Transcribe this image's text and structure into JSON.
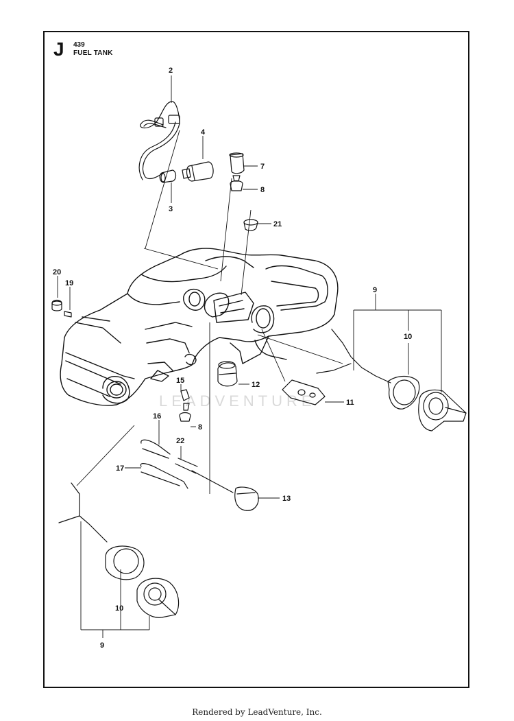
{
  "header": {
    "section_letter": "J",
    "model": "439",
    "title": "FUEL TANK"
  },
  "watermark": "LEADVENTURE",
  "footer": "Rendered by LeadVenture, Inc.",
  "callouts": {
    "c2": "2",
    "c4": "4",
    "c7": "7",
    "c8a": "8",
    "c3": "3",
    "c21": "21",
    "c20": "20",
    "c19": "19",
    "c9a": "9",
    "c10a": "10",
    "c12": "12",
    "c15": "15",
    "c11": "11",
    "c16": "16",
    "c8b": "8",
    "c22": "22",
    "c17": "17",
    "c13": "13",
    "c10b": "10",
    "c9b": "9"
  }
}
